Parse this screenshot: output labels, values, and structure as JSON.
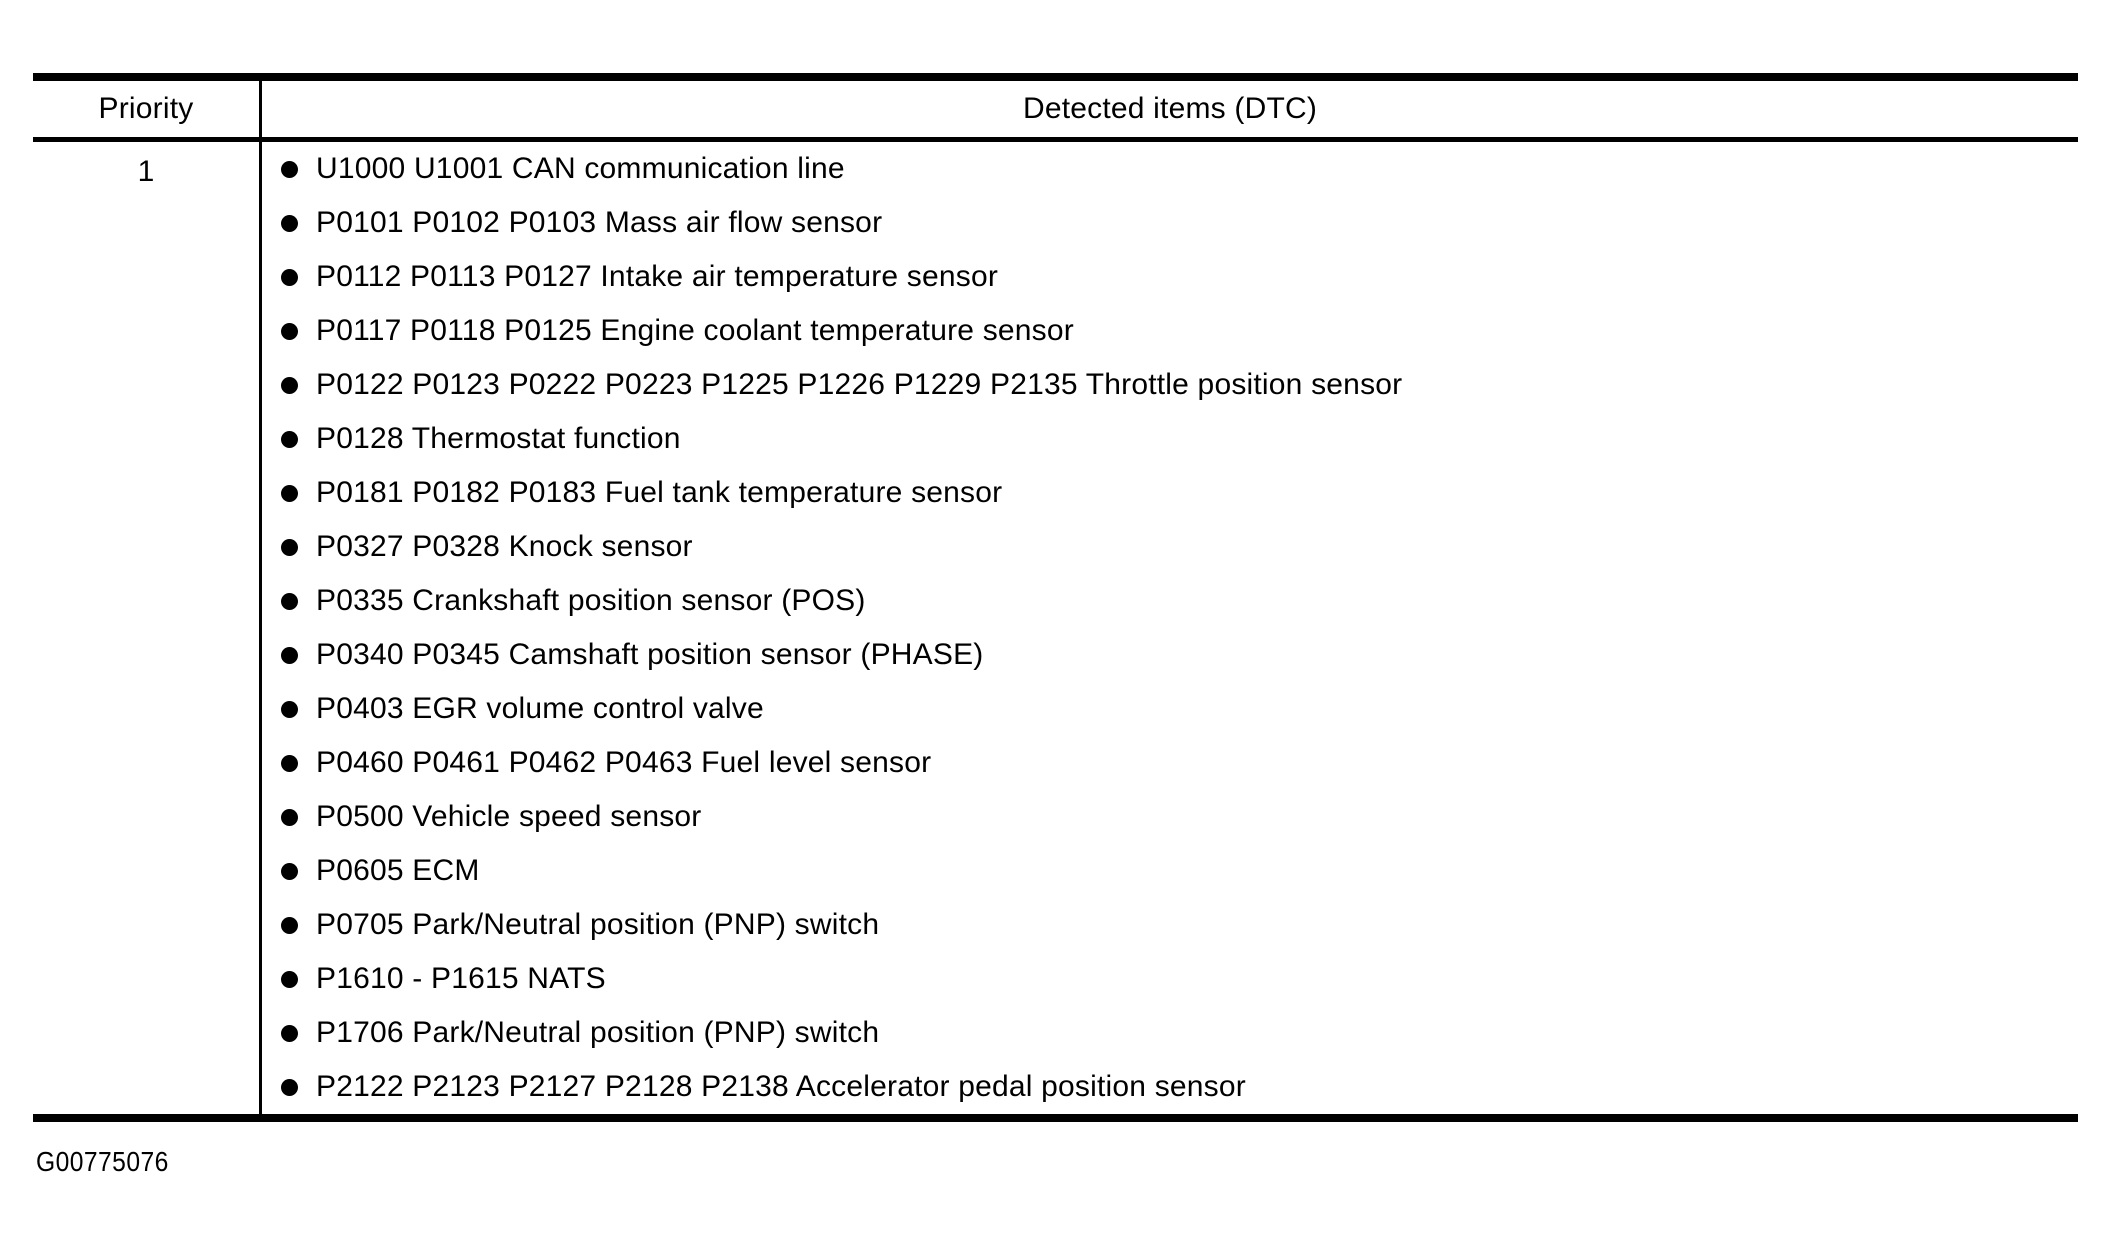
{
  "page": {
    "background": "#ffffff",
    "ink_color": "#000000",
    "figure_id": "G00775076"
  },
  "table": {
    "header": {
      "priority": "Priority",
      "detected_items": "Detected items (DTC)"
    },
    "row": {
      "priority": "1",
      "items": [
        "U1000 U1001 CAN communication line",
        "P0101 P0102 P0103 Mass air flow sensor",
        "P0112 P0113 P0127 Intake air temperature sensor",
        "P0117 P0118 P0125 Engine coolant temperature sensor",
        "P0122 P0123 P0222 P0223 P1225 P1226 P1229 P2135 Throttle position sensor",
        "P0128 Thermostat function",
        "P0181 P0182 P0183 Fuel tank temperature sensor",
        "P0327 P0328 Knock sensor",
        "P0335 Crankshaft position sensor (POS)",
        "P0340 P0345 Camshaft position sensor (PHASE)",
        "P0403 EGR volume control valve",
        "P0460 P0461 P0462 P0463 Fuel level sensor",
        "P0500 Vehicle speed sensor",
        "P0605 ECM",
        "P0705 Park/Neutral position (PNP) switch",
        "P1610 - P1615 NATS",
        "P1706 Park/Neutral position (PNP) switch",
        "P2122 P2123 P2127 P2128 P2138 Accelerator pedal position sensor"
      ]
    }
  }
}
